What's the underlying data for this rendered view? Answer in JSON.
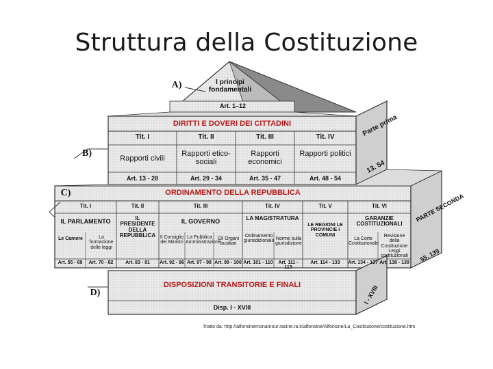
{
  "title": "Struttura della Costituzione",
  "roof": {
    "letter": "A)",
    "title": "I principi fondamentali",
    "articles": "Art. 1–12"
  },
  "part1": {
    "letter": "B)",
    "heading": "DIRITTI E DOVERI DEI CITTADINI",
    "side_title": "Parte prima",
    "side_articles": "13. 54",
    "titles": [
      "Tit. I",
      "Tit. II",
      "Tit. III",
      "Tit. IV"
    ],
    "topics": [
      "Rapporti civili",
      "Rapporti etico-sociali",
      "Rapporti economici",
      "Rapporti politici"
    ],
    "articles": [
      "Art. 13 - 28",
      "Art. 29 - 34",
      "Art. 35 - 47",
      "Art. 48 - 54"
    ]
  },
  "part2": {
    "letter": "C)",
    "heading": "ORDINAMENTO DELLA REPUBBLICA",
    "side_title": "PARTE SECONDA",
    "side_articles": "55. 139",
    "titles": [
      "Tit. I",
      "Tit. II",
      "Tit. III",
      "Tit. IV",
      "Tit. V",
      "Tit. VI"
    ],
    "sections": [
      "IL PARLAMENTO",
      "IL PRESIDENTE DELLA REPUBBLICA",
      "IL GOVERNO",
      "LA MAGISTRATURA",
      "LE REGIONI LE PROVINCIE I COMUNI",
      "GARANZIE COSTITUZIONALI"
    ],
    "subsections": [
      "Le Camere",
      "La formazione delle leggi",
      "Il Consiglio dei Ministri",
      "La Pubblica Amministrazione",
      "Gli Organi ausiliari",
      "Ordinamento giurisdizionale",
      "Norme sulla giurisdizione",
      "La Corte Costituzionale",
      "Revisione della Costituzione Leggi costituzionali"
    ],
    "articles": [
      "Art. 55 - 69",
      "Art. 70 - 82",
      "Art. 83 - 91",
      "Art. 92 - 96",
      "Art. 97 - 98",
      "Art. 99 - 100",
      "Art. 101 - 110",
      "Art. 111 - 113",
      "Art. 114 - 133",
      "Art. 134 - 137",
      "Art. 138 - 139"
    ]
  },
  "base": {
    "letter": "D)",
    "heading": "DISPOSIZIONI TRANSITORIE E FINALI",
    "articles": "Disp. I - XVIII",
    "side": "I - XVIII"
  },
  "source": "Tratto da: http://alfonsinemonamour.racine.ra.it/alfonsine/Alfonsine/La_Costituzione/costituzione.htm",
  "colors": {
    "heading_red": "#b51616",
    "grid": "#333333",
    "panel": "#f4f4f4",
    "side": "#cfcfcf",
    "roof_dark": "#8a8a8a"
  }
}
